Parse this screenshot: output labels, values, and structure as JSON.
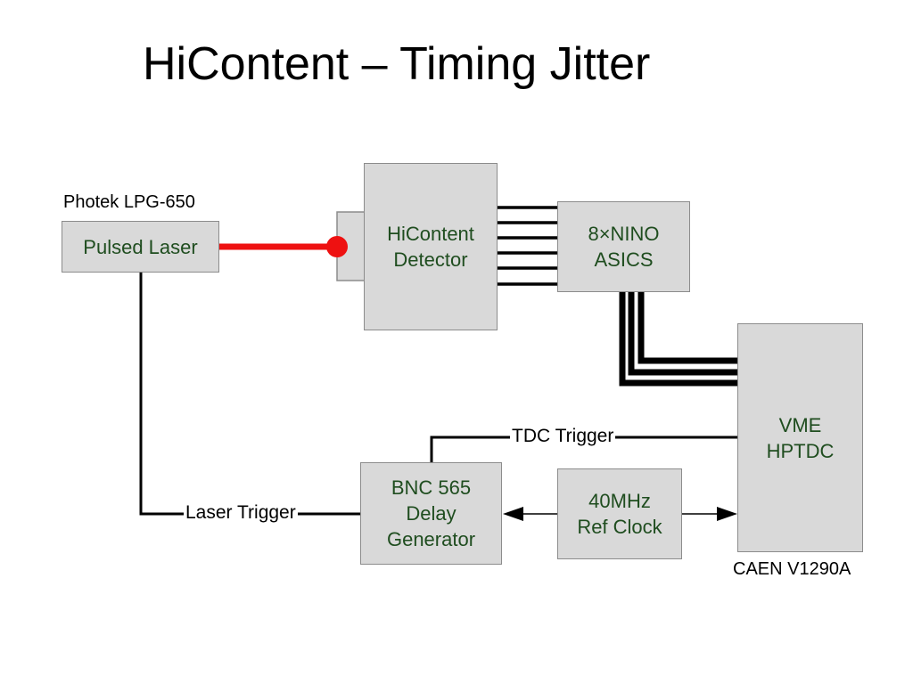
{
  "title": "HiContent – Timing Jitter",
  "captions": {
    "laser_model": "Photek LPG-650",
    "tdc_model": "CAEN V1290A"
  },
  "blocks": {
    "pulsed_laser": "Pulsed Laser",
    "detector": "HiContent\nDetector",
    "nino": "8×NINO\nASICS",
    "vme": "VME\nHPTDC",
    "delay": "BNC 565\nDelay\nGenerator",
    "clock": "40MHz\nRef Clock"
  },
  "connections": {
    "tdc_trigger": "TDC Trigger",
    "laser_trigger": "Laser Trigger"
  },
  "colors": {
    "box_fill": "#d9d9d9",
    "box_border": "#8c8c8c",
    "box_text": "#1f4d1f",
    "laser_beam": "#ee1111",
    "wire": "#000000"
  }
}
